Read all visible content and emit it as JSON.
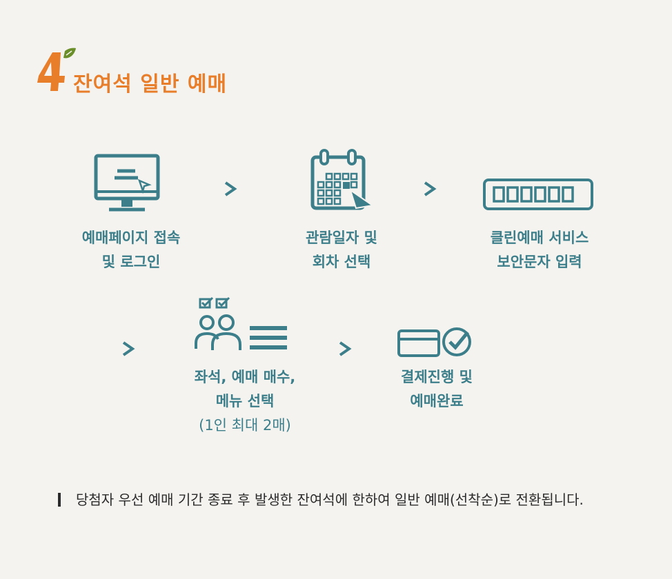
{
  "section": {
    "number": "4",
    "title": "잔여석 일반 예매"
  },
  "steps": [
    {
      "line1": "예매페이지 접속",
      "line2": "및 로그인",
      "icon": "monitor-icon"
    },
    {
      "line1": "관람일자 및",
      "line2": "회차 선택",
      "icon": "calendar-icon"
    },
    {
      "line1": "클린예매 서비스",
      "line2": "보안문자 입력",
      "icon": "captcha-icon"
    },
    {
      "line1": "좌석, 예매 매수,",
      "line2": "메뉴 선택",
      "line3": "(1인 최대 2매)",
      "icon": "people-menu-icon"
    },
    {
      "line1": "결제진행 및",
      "line2": "예매완료",
      "icon": "card-check-icon"
    }
  ],
  "note": {
    "text": "당첨자 우선 예매 기간 종료 후 발생한 잔여석에 한하여 일반 예매(선착순)로 전환됩니다."
  },
  "colors": {
    "accent": "#e87d2a",
    "leaf": "#6a8f2a",
    "teal": "#3c7f8b",
    "text": "#2b2b2b",
    "background": "#f5f3ef"
  }
}
